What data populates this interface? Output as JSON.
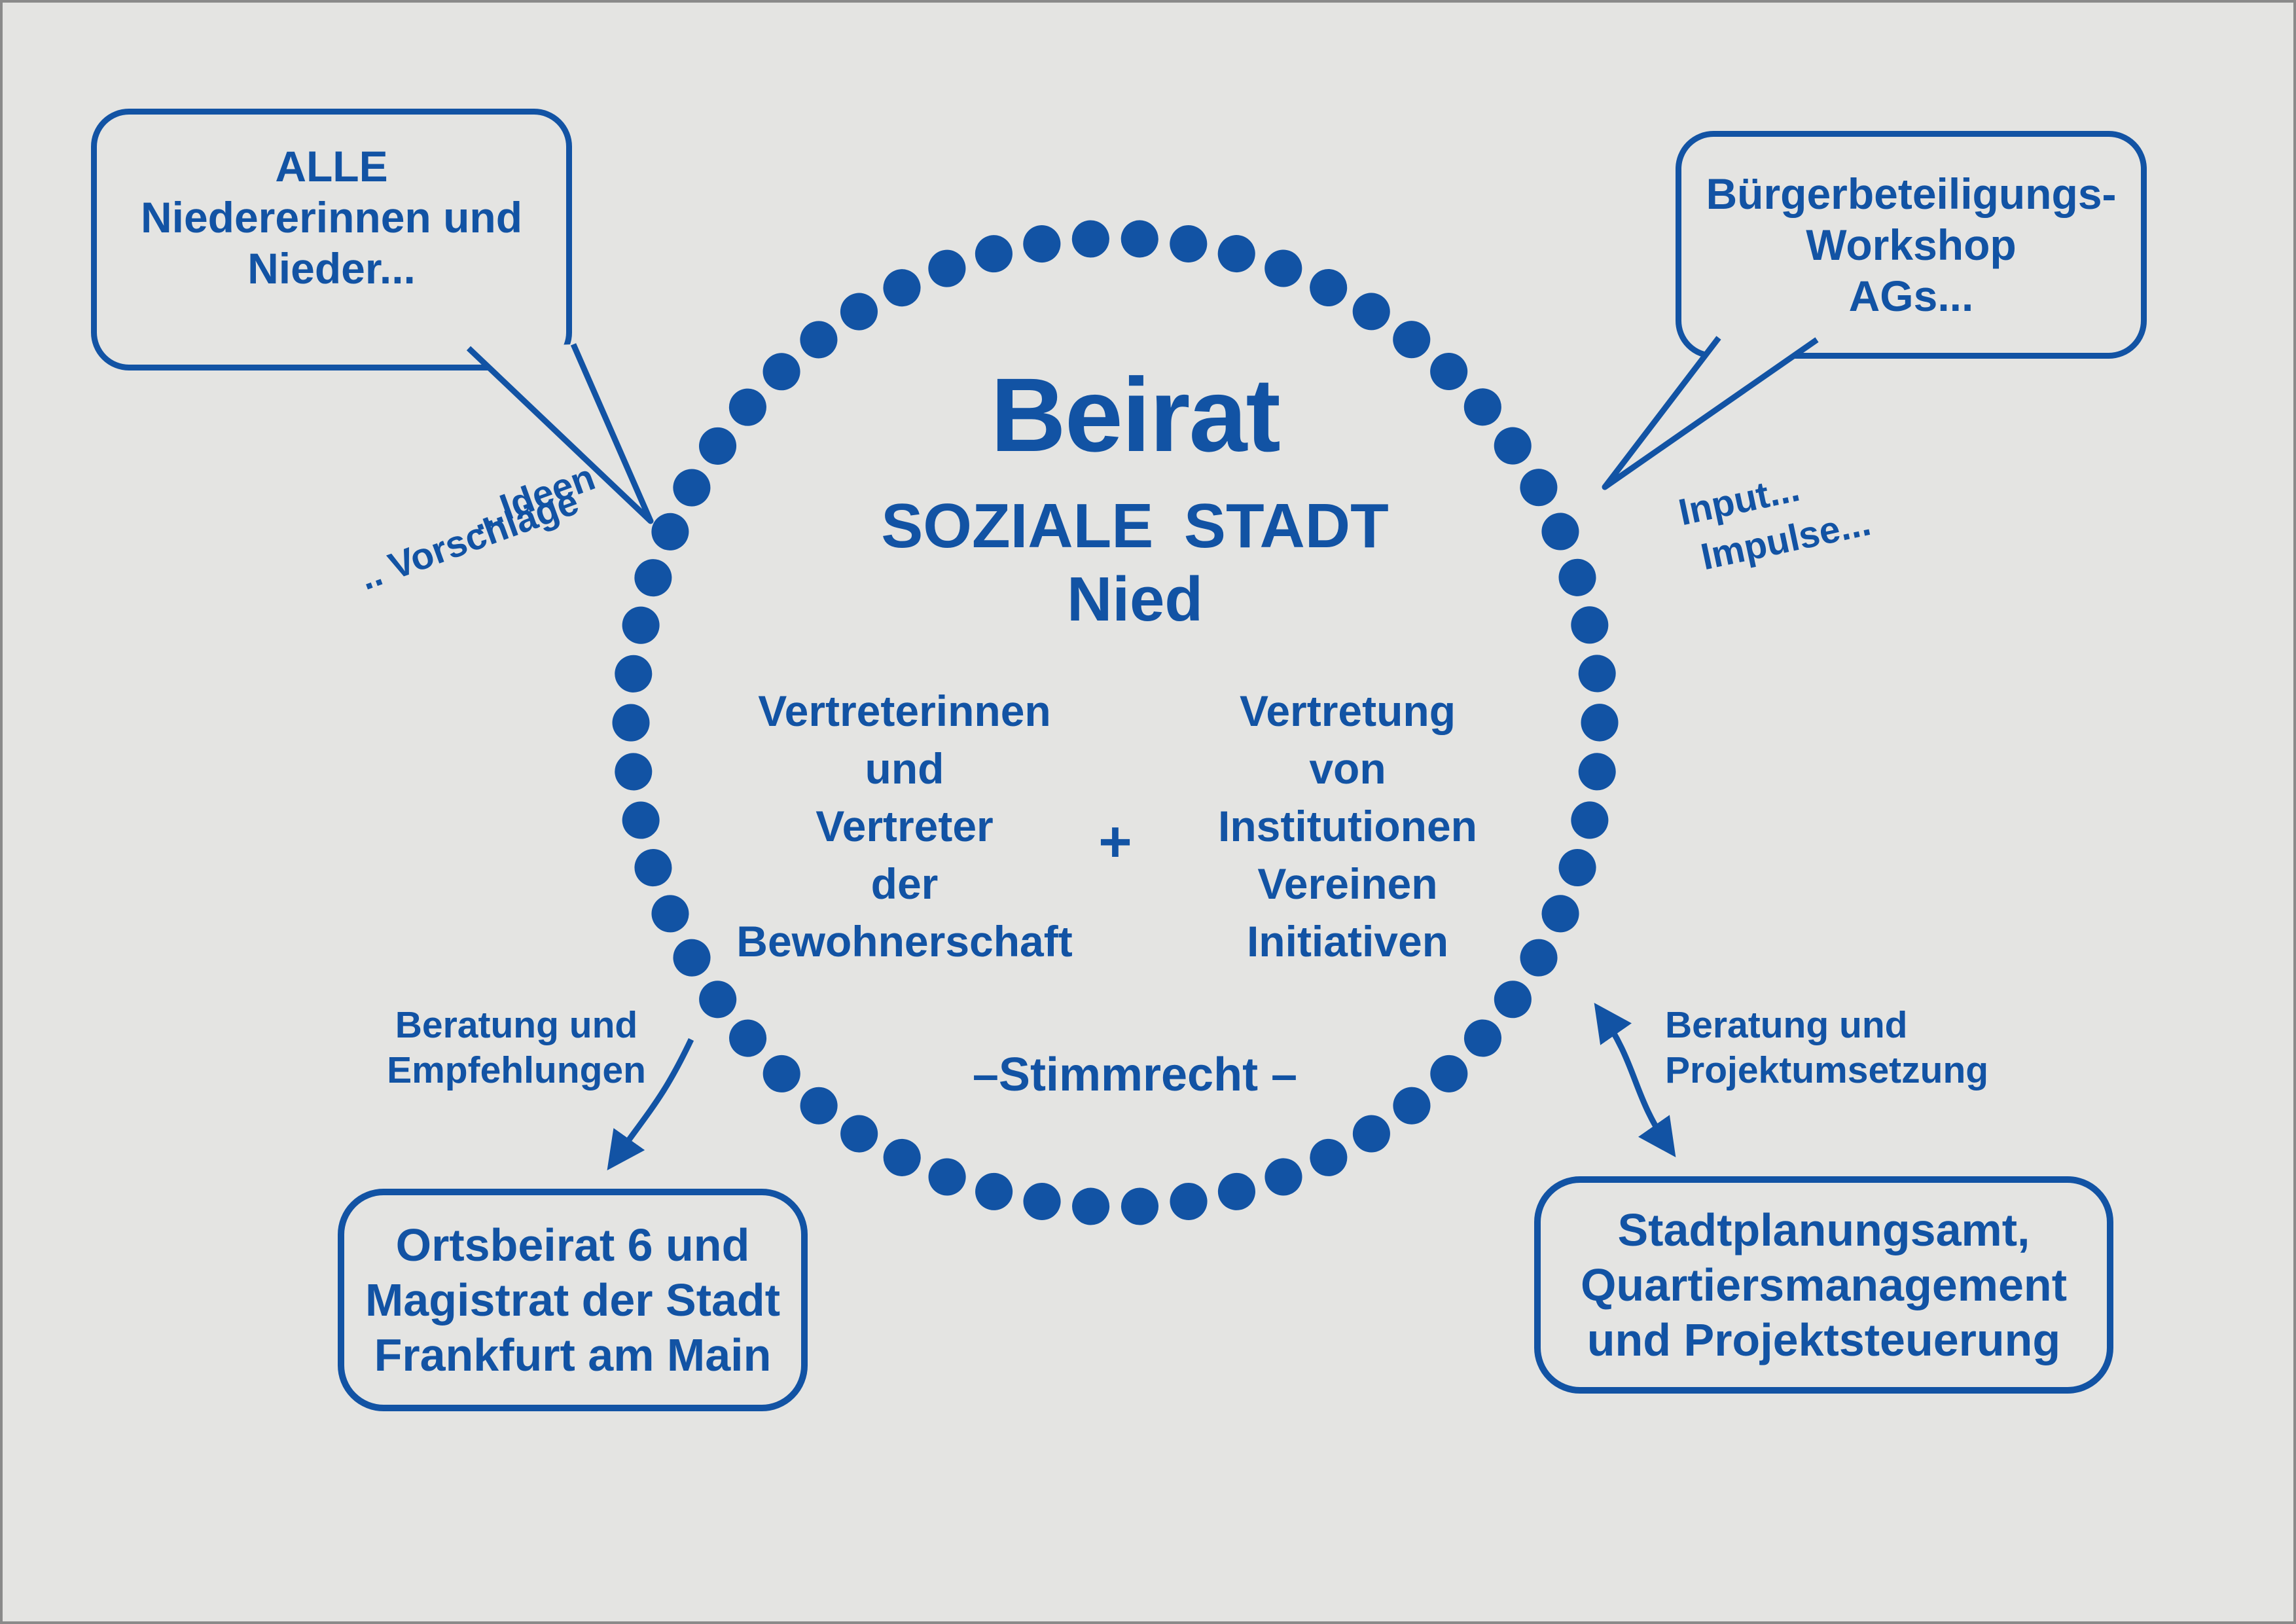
{
  "colors": {
    "blue": "#1253a4",
    "background": "#e4e4e2"
  },
  "circle": {
    "title": "Beirat",
    "subtitle": "SOZIALE STADT",
    "subtitle2": "Nied",
    "left_column": [
      "Vertreterinnen",
      "und",
      "Vertreter",
      "der",
      "Bewohnerschaft"
    ],
    "plus": "+",
    "right_column": [
      "Vertretung",
      "von",
      "Institutionen",
      "Vereinen",
      "Initiativen"
    ],
    "voting_note": "–Stimmrecht –"
  },
  "speech_bubbles": {
    "top_left": {
      "lines": [
        "ALLE",
        "Niedererinnen und",
        "Nieder..."
      ]
    },
    "top_right": {
      "lines": [
        "Bürgerbeteiligungs-",
        "Workshop",
        "AGs..."
      ]
    }
  },
  "side_labels": {
    "ideen": "...Ideen",
    "vorschlaege": ".. Vorschläge",
    "input": "Input...",
    "impulse": "Impulse..."
  },
  "flow_labels": {
    "bottom_left": [
      "Beratung und",
      "Empfehlungen"
    ],
    "bottom_right": [
      "Beratung und",
      "Projektumsetzung"
    ]
  },
  "boxes": {
    "bottom_left": {
      "lines": [
        "Ortsbeirat 6 und",
        "Magistrat der Stadt",
        "Frankfurt am Main"
      ]
    },
    "bottom_right": {
      "lines": [
        "Stadtplanungsamt,",
        "Quartiersmanagement",
        "und Projektsteuerung"
      ]
    }
  }
}
